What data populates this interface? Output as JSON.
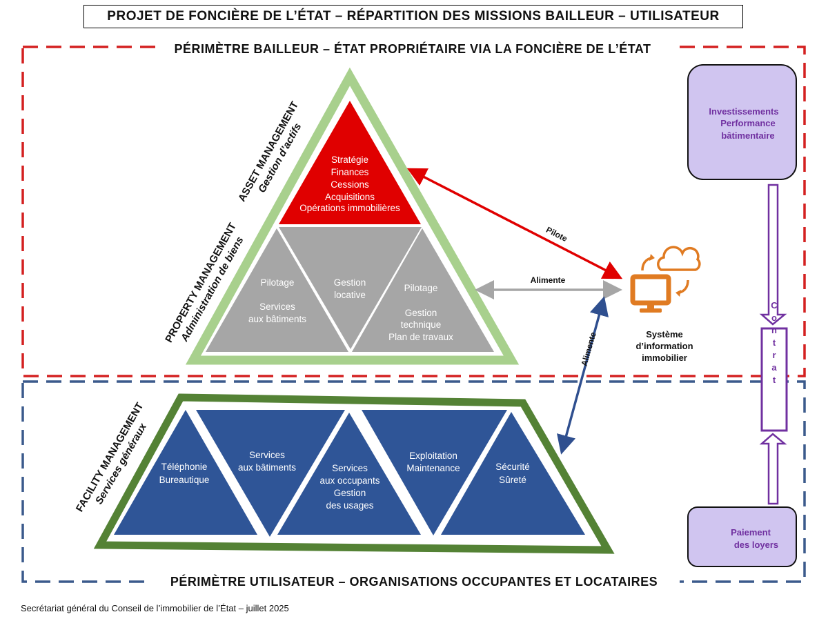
{
  "title": "PROJET DE FONCIÈRE DE L’ÉTAT – RÉPARTITION DES MISSIONS BAILLEUR – UTILISATEUR",
  "bailleur_perimeter": "PÉRIMÈTRE BAILLEUR – ÉTAT PROPRIÉTAIRE VIA LA FONCIÈRE DE L’ÉTAT",
  "utilisateur_perimeter": "PÉRIMÈTRE UTILISATEUR – ORGANISATIONS OCCUPANTES ET LOCATAIRES",
  "asset_management": {
    "title": "ASSET MANAGEMENT",
    "subtitle": "Gestion d’actifs"
  },
  "property_management": {
    "title": "PROPERTY MANAGEMENT",
    "subtitle": "Administration de biens"
  },
  "facility_management": {
    "title": "FACILITY MANAGEMENT",
    "subtitle": "Services généraux"
  },
  "top_triangle": [
    "Stratégie",
    "Finances",
    "Cessions",
    "Acquisitions",
    "Opérations immobilières"
  ],
  "property_left": [
    "Pilotage",
    "",
    "Services",
    "aux bâtiments"
  ],
  "property_center": [
    "Gestion",
    "locative"
  ],
  "property_right": [
    "Pilotage",
    "",
    "Gestion",
    "technique",
    "Plan de travaux"
  ],
  "facility": [
    [
      "Téléphonie",
      "Bureautique"
    ],
    [
      "Services",
      "aux bâtiments"
    ],
    [
      "Services",
      "aux occupants",
      "Gestion",
      "des usages"
    ],
    [
      "Exploitation",
      "Maintenance"
    ],
    [
      "Sécurité",
      "Sûreté"
    ]
  ],
  "arrows": {
    "pilote": "Pilote",
    "alimente_1": "Alimente",
    "alimente_2": "Alimente"
  },
  "si": [
    "Système",
    "d’information",
    "immobilier"
  ],
  "investissements": [
    "Investissements",
    "Performance",
    "bâtimentaire"
  ],
  "contrat": "Contrat",
  "paiement": [
    "Paiement",
    "des loyers"
  ],
  "footer": "Secrétariat général du Conseil de l’immobilier de l’État – juillet 2025",
  "colors": {
    "red": "#e00000",
    "dashed_red": "#d42020",
    "dashed_blue": "#3b5a8c",
    "light_green": "#a8d08d",
    "dark_green": "#548235",
    "grey": "#a6a6a6",
    "navy": "#2f5597",
    "purple": "#7030a0",
    "lavender": "#d0c5f0",
    "orange": "#e07b22",
    "grey_arrow": "#a6a6a6",
    "blue_arrow": "#2f4f8f"
  }
}
